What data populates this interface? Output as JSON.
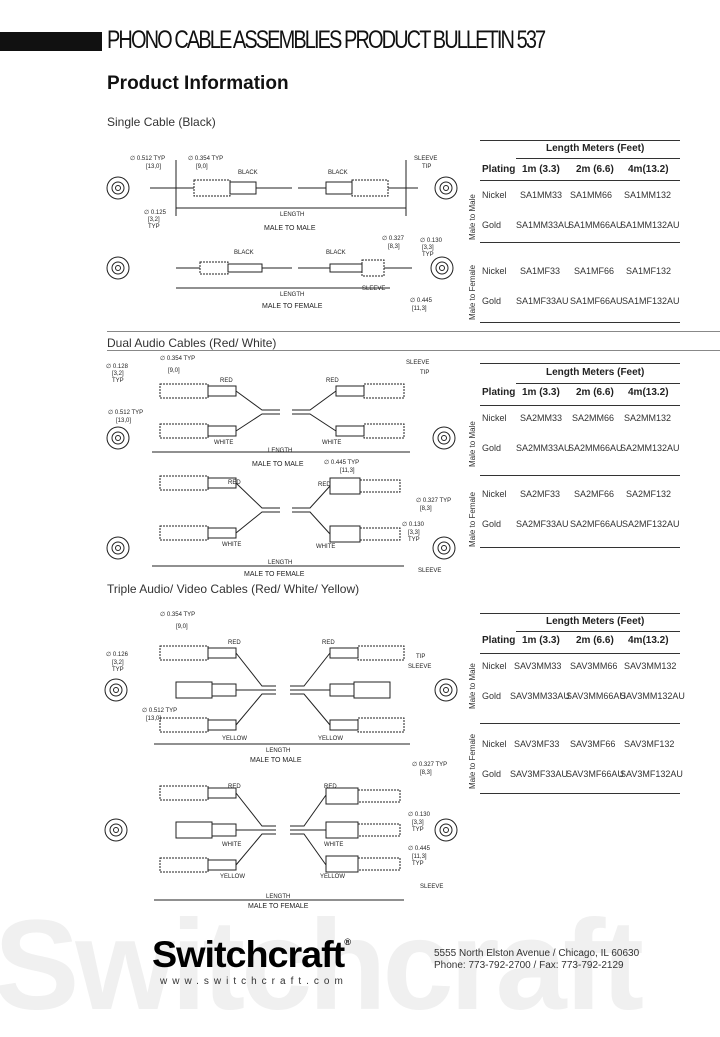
{
  "header": {
    "title": "PHONO CABLE ASSEMBLIES PRODUCT BULLETIN 537",
    "section_title": "Product Information"
  },
  "sections": [
    {
      "title": "Single Cable (Black)",
      "table": {
        "length_header": "Length Meters (Feet)",
        "columns": [
          "Plating",
          "1m (3.3)",
          "2m (6.6)",
          "4m(13.2)"
        ],
        "groups": [
          {
            "name": "Male to Male",
            "rows": [
              [
                "Nickel",
                "SA1MM33",
                "SA1MM66",
                "SA1MM132"
              ],
              [
                "Gold",
                "SA1MM33AU",
                "SA1MM66AU",
                "SA1MM132AU"
              ]
            ]
          },
          {
            "name": "Male to Female",
            "rows": [
              [
                "Nickel",
                "SA1MF33",
                "SA1MF66",
                "SA1MF132"
              ],
              [
                "Gold",
                "SA1MF33AU",
                "SA1MF66AU",
                "SA1MF132AU"
              ]
            ]
          }
        ]
      },
      "diagram_labels": {
        "black": "BLACK",
        "sleeve": "SLEEVE",
        "tip": "TIP",
        "length": "LENGTH",
        "male_to_male": "MALE TO MALE",
        "male_to_female": "MALE TO FEMALE",
        "d612": "∅ 0.512 TYP",
        "d612mm": "[13,0]",
        "d354": "∅ 0.354 TYP",
        "d354mm": "[9,0]",
        "d125": "∅ 0.125",
        "d125mm": "[3,2]",
        "typ": "TYP",
        "d327": "∅ 0.327",
        "d327mm": "[8,3]",
        "d130": "∅ 0.130",
        "d130mm": "[3,3]",
        "d445": "∅ 0.445",
        "d445mm": "[11,3]"
      }
    },
    {
      "title": "Dual Audio Cables (Red/ White)",
      "table": {
        "length_header": "Length Meters (Feet)",
        "columns": [
          "Plating",
          "1m (3.3)",
          "2m (6.6)",
          "4m(13.2)"
        ],
        "groups": [
          {
            "name": "Male to Male",
            "rows": [
              [
                "Nickel",
                "SA2MM33",
                "SA2MM66",
                "SA2MM132"
              ],
              [
                "Gold",
                "SA2MM33AU",
                "SA2MM66AU",
                "SA2MM132AU"
              ]
            ]
          },
          {
            "name": "Male to Female",
            "rows": [
              [
                "Nickel",
                "SA2MF33",
                "SA2MF66",
                "SA2MF132"
              ],
              [
                "Gold",
                "SA2MF33AU",
                "SA2MF66AU",
                "SA2MF132AU"
              ]
            ]
          }
        ]
      },
      "diagram_labels": {
        "red": "RED",
        "white": "WHITE",
        "sleeve": "SLEEVE",
        "tip": "TIP",
        "length": "LENGTH",
        "male_to_male": "MALE TO MALE",
        "male_to_female": "MALE TO FEMALE",
        "d128": "∅ 0.128",
        "d128mm": "[3,2]",
        "typ": "TYP",
        "d354": "∅ 0.354 TYP",
        "d354mm": "[9,0]",
        "d612": "∅ 0.512 TYP",
        "d612mm": "[13,0]",
        "d445": "∅ 0.445 TYP",
        "d445mm": "[11,3]",
        "d327": "∅ 0.327 TYP",
        "d327mm": "[8,3]",
        "d130": "∅ 0.130",
        "d130mm": "[3,3]"
      }
    },
    {
      "title": "Triple Audio/ Video Cables (Red/ White/ Yellow)",
      "table": {
        "length_header": "Length Meters (Feet)",
        "columns": [
          "Plating",
          "1m (3.3)",
          "2m (6.6)",
          "4m(13.2)"
        ],
        "groups": [
          {
            "name": "Male to Male",
            "rows": [
              [
                "Nickel",
                "SAV3MM33",
                "SAV3MM66",
                "SAV3MM132"
              ],
              [
                "Gold",
                "SAV3MM33AU",
                "SAV3MM66AU",
                "SAV3MM132AU"
              ]
            ]
          },
          {
            "name": "Male to Female",
            "rows": [
              [
                "Nickel",
                "SAV3MF33",
                "SAV3MF66",
                "SAV3MF132"
              ],
              [
                "Gold",
                "SAV3MF33AU",
                "SAV3MF66AU",
                "SAV3MF132AU"
              ]
            ]
          }
        ]
      },
      "diagram_labels": {
        "red": "RED",
        "white": "WHITE",
        "yellow": "YELLOW",
        "sleeve": "SLEEVE",
        "tip": "TIP",
        "length": "LENGTH",
        "male_to_male": "MALE TO MALE",
        "male_to_female": "MALE TO FEMALE",
        "d354": "∅ 0.354 TYP",
        "d354mm": "[9,0]",
        "d126": "∅ 0.126",
        "d126mm": "[3,2]",
        "typ": "TYP",
        "d612": "∅ 0.512 TYP",
        "d612mm": "[13,0]",
        "d327": "∅ 0.327 TYP",
        "d327mm": "[8,3]",
        "d130": "∅ 0.130",
        "d130mm": "[3,3]",
        "d445": "∅ 0.445",
        "d445mm": "[11,3]"
      }
    }
  ],
  "footer": {
    "watermark": "Switchcraft",
    "logo": "Switchcraft",
    "registered": "®",
    "website": "www.switchcraft.com",
    "address_line1": "5555 North Elston Avenue  /  Chicago, IL 60630",
    "address_line2": "Phone: 773-792-2700  /  Fax: 773-792-2129"
  }
}
